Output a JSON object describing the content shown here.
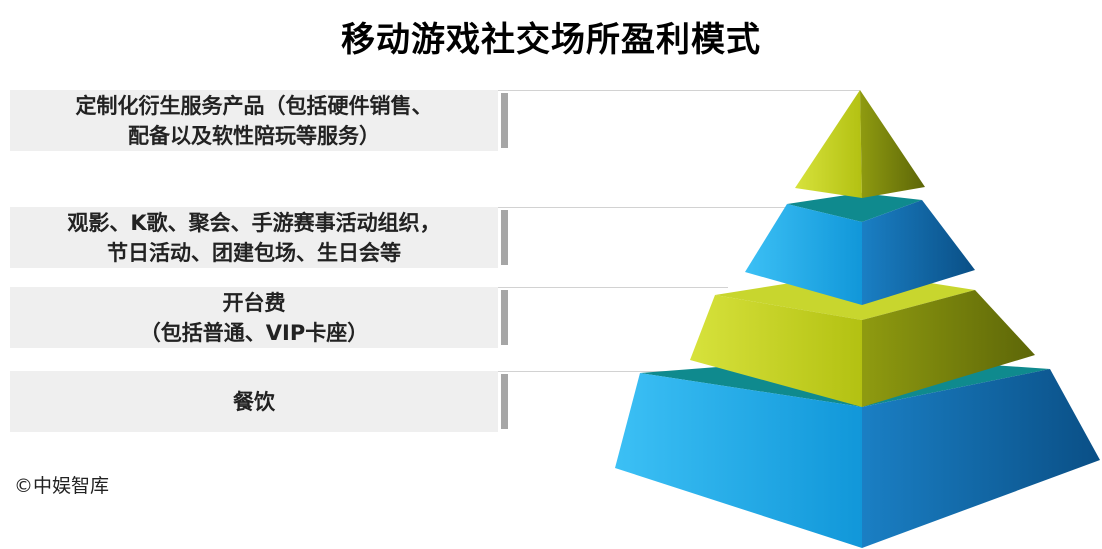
{
  "title": "移动游戏社交场所盈利模式",
  "levels": [
    {
      "text": "定制化衍生服务产品（包括硬件销售、\n配备以及软性陪玩等服务）",
      "color": "#b7c617"
    },
    {
      "text": "观影、K歌、聚会、手游赛事活动组织，\n节日活动、团建包场、生日会等",
      "color": "#16a6e6"
    },
    {
      "text": "开台费\n（包括普通、VIP卡座）",
      "color": "#b7c617"
    },
    {
      "text": "餐饮",
      "color": "#16a6e6"
    }
  ],
  "copyright": "©中娱智库",
  "colors": {
    "lime_front": "#c3d21a",
    "lime_side": "#6f7a0a",
    "blue_front": "#1aabea",
    "blue_side": "#0b5f9e",
    "teal_gap": "#0f8a8e"
  }
}
